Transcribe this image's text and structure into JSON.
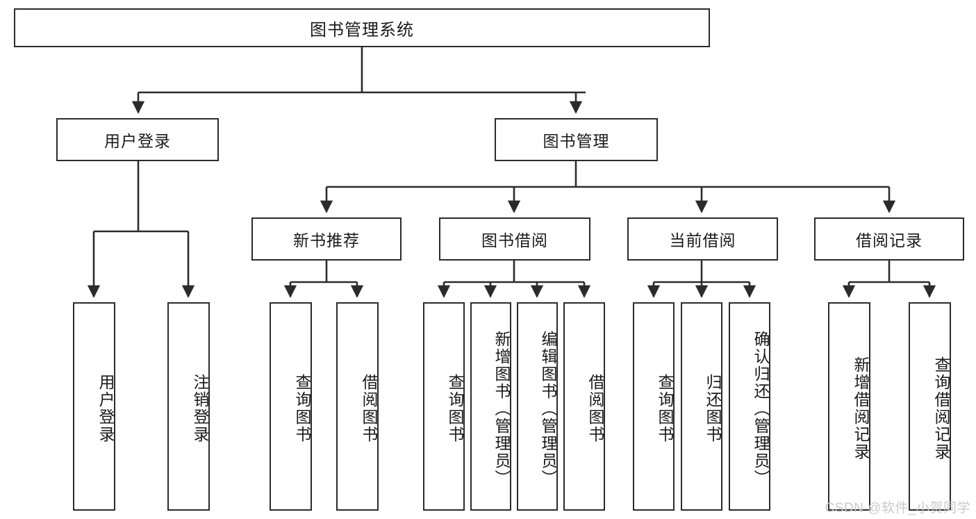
{
  "diagram": {
    "title": "图书管理系统",
    "type": "tree",
    "root": {
      "label": "图书管理系统"
    },
    "level1": [
      {
        "label": "用户登录"
      },
      {
        "label": "图书管理"
      }
    ],
    "level2": [
      {
        "label": "新书推荐"
      },
      {
        "label": "图书借阅"
      },
      {
        "label": "当前借阅"
      },
      {
        "label": "借阅记录"
      }
    ],
    "leaves": {
      "user_login": [
        {
          "label": "用户登录"
        },
        {
          "label": "注销登录"
        }
      ],
      "new_book": [
        {
          "label": "查询图书"
        },
        {
          "label": "借阅图书"
        }
      ],
      "book_borrow": [
        {
          "label": "查询图书"
        },
        {
          "label": "新增图书（管理员）"
        },
        {
          "label": "编辑图书（管理员）"
        },
        {
          "label": "借阅图书"
        }
      ],
      "current_borrow": [
        {
          "label": "查询图书"
        },
        {
          "label": "归还图书"
        },
        {
          "label": "确认归还（管理员）"
        }
      ],
      "borrow_record": [
        {
          "label": "新增借阅记录"
        },
        {
          "label": "查询借阅记录"
        }
      ]
    }
  },
  "watermark": {
    "text": "CSDN @软件_小贺同学"
  },
  "colors": {
    "stroke": "#2b2b2b",
    "background": "#ffffff",
    "text": "#1a1a1a",
    "watermark": "#c9c9c9"
  }
}
